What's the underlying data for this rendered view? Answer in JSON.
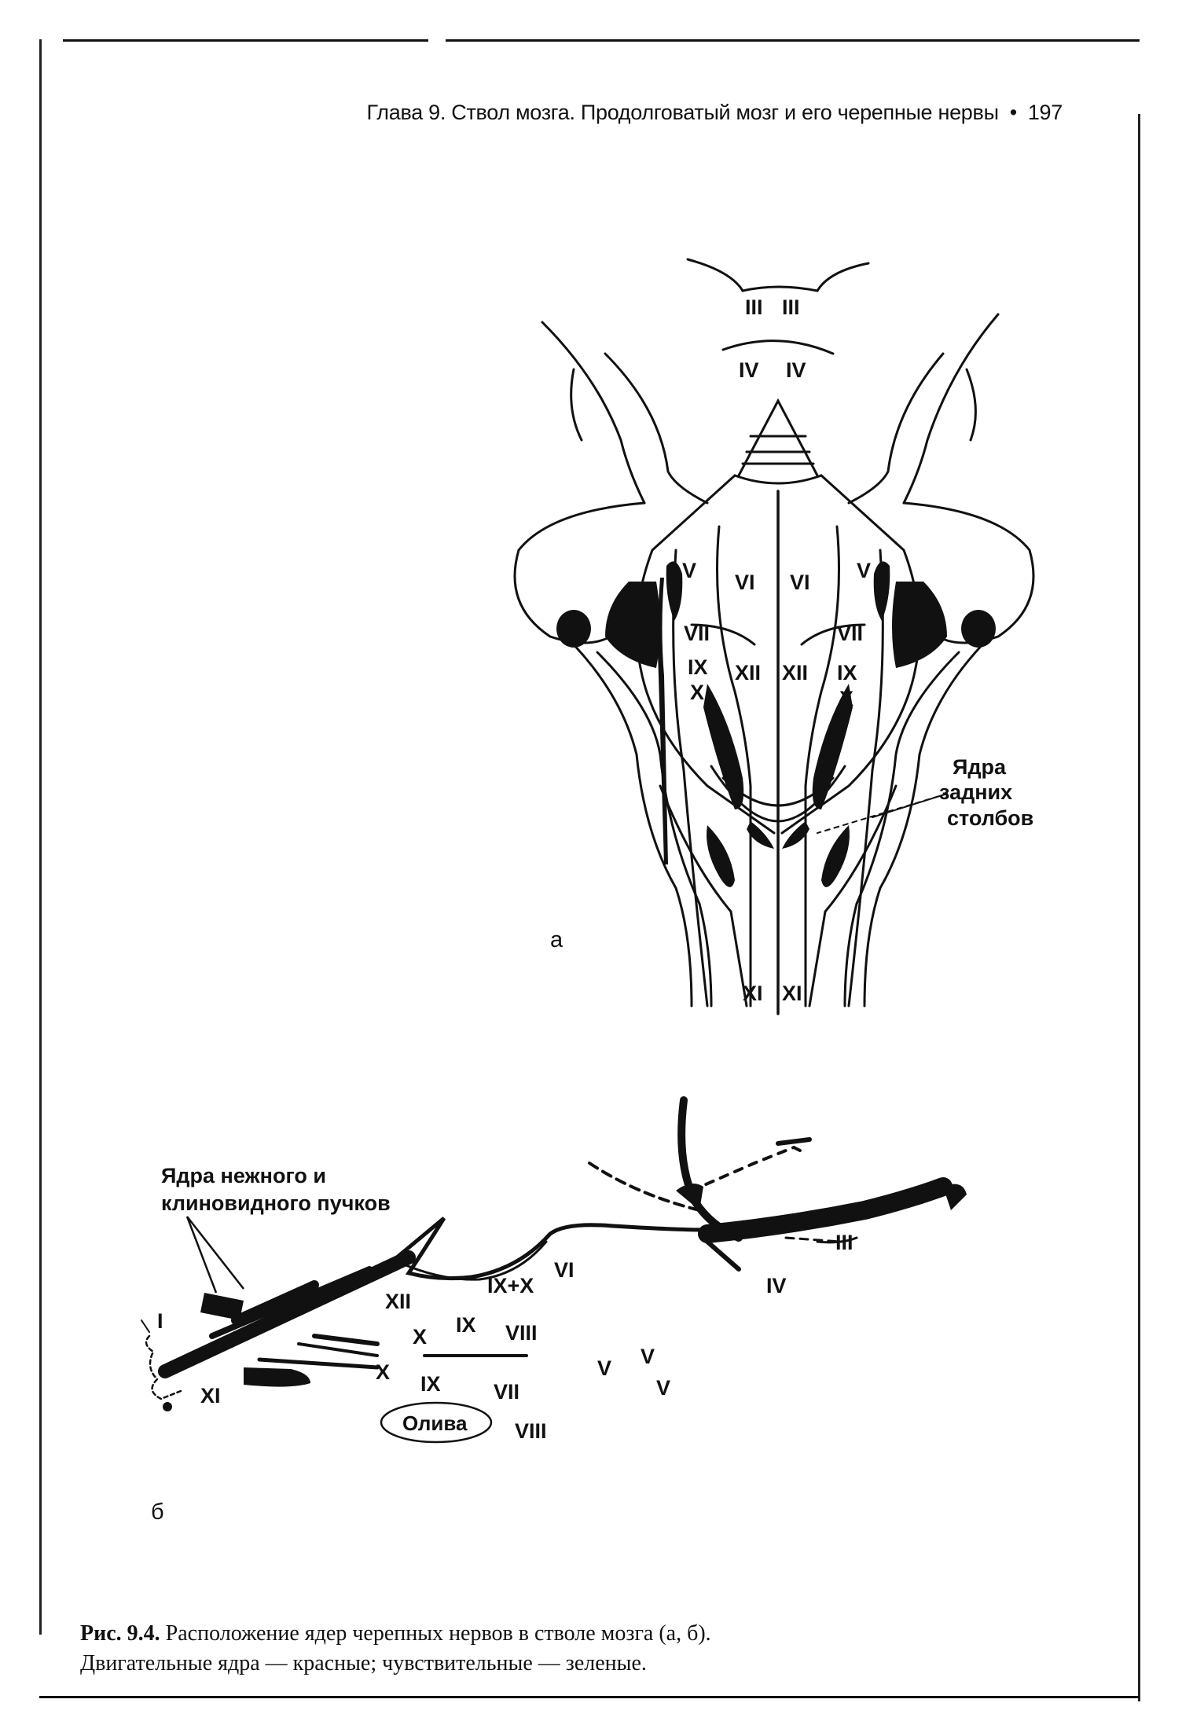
{
  "header": {
    "chapter": "Глава 9. Ствол мозга. Продолговатый мозг и его черепные нервы",
    "bullet": "•",
    "page_number": "197"
  },
  "figure_a": {
    "panel_label": "а",
    "callout": [
      "Ядра",
      "задних",
      "столбов"
    ],
    "roman": {
      "iii_l": "III",
      "iii_r": "III",
      "iv_l": "IV",
      "iv_r": "IV",
      "v_l": "V",
      "v_r": "V",
      "vi_l": "VI",
      "vi_r": "VI",
      "vii_l": "VII",
      "vii_r": "VII",
      "ix_l": "IX",
      "x_l": "X",
      "ix_r": "IX",
      "x_r": "X",
      "xii_l": "XII",
      "xii_r": "XII",
      "xi_l": "XI",
      "xi_r": "XI"
    }
  },
  "figure_b": {
    "panel_label": "б",
    "callout": [
      "Ядра нежного и",
      "клиновидного пучков"
    ],
    "olive": "Олива",
    "roman": {
      "i": "I",
      "xi": "XI",
      "xii": "XII",
      "x1": "X",
      "x2": "X",
      "ix1": "IX",
      "ix2": "IX",
      "ix_x": "IX+X",
      "vi": "VI",
      "viii1": "VIII",
      "vii": "VII",
      "viii2": "VIII",
      "v1": "V",
      "v2": "V",
      "v3": "V",
      "iii": "III",
      "iv": "IV"
    }
  },
  "caption": {
    "label": "Рис. 9.4.",
    "line1": "Расположение ядер черепных нервов в стволе мозга (а, б).",
    "line2": "Двигательные ядра — красные; чувствительные — зеленые."
  }
}
